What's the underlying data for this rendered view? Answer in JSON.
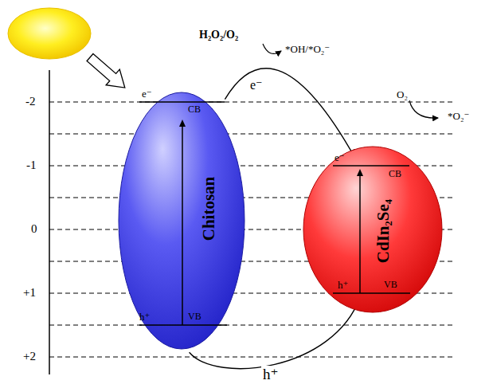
{
  "diagram": {
    "nodes": [
      {
        "text": [
          "e⁻",
          "CB",
          "Chitosan",
          "h⁺",
          "VB"
        ]
      },
      {
        "text": [
          "e⁻",
          "CB",
          "CdIn₂Se₄",
          "h⁺",
          "VB"
        ]
      }
    ],
    "edges": [
      {
        "from": 0,
        "to": 1,
        "arrow": "to",
        "label": "e⁻"
      },
      {
        "from": 0,
        "to": 1,
        "arrow": "to",
        "label": "h⁺"
      }
    ],
    "labels": [
      "-2",
      "-1",
      "0",
      "+1",
      "+2",
      "H₂O₂/O₂",
      "*OH/*O₂⁻",
      "O₂",
      "*O₂⁻"
    ]
  }
}
